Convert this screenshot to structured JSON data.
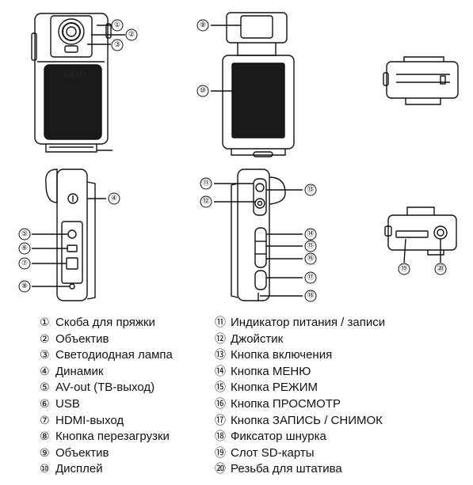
{
  "callouts": [
    "①",
    "②",
    "③",
    "④",
    "⑤",
    "⑥",
    "⑦",
    "⑧",
    "⑨",
    "⑩",
    "⑪",
    "⑫",
    "⑬",
    "⑭",
    "⑮",
    "⑯",
    "⑰",
    "⑱",
    "⑲",
    "⑳"
  ],
  "logo": "DOD",
  "legend": {
    "left": [
      {
        "n": "①",
        "t": "Скоба для пряжки"
      },
      {
        "n": "②",
        "t": "Объектив"
      },
      {
        "n": "③",
        "t": "Светодиодная лампа"
      },
      {
        "n": "④",
        "t": "Динамик"
      },
      {
        "n": "⑤",
        "t": "AV-out (ТВ-выход)"
      },
      {
        "n": "⑥",
        "t": "USB"
      },
      {
        "n": "⑦",
        "t": "HDMI-выход"
      },
      {
        "n": "⑧",
        "t": "Кнопка перезагрузки"
      },
      {
        "n": "⑨",
        "t": "Объектив"
      },
      {
        "n": "⑩",
        "t": "Дисплей"
      }
    ],
    "right": [
      {
        "n": "⑪",
        "t": "Индикатор питания / записи"
      },
      {
        "n": "⑫",
        "t": "Джойстик"
      },
      {
        "n": "⑬",
        "t": "Кнопка включения"
      },
      {
        "n": "⑭",
        "t": "Кнопка МЕНЮ"
      },
      {
        "n": "⑮",
        "t": "Кнопка РЕЖИМ"
      },
      {
        "n": "⑯",
        "t": "Кнопка ПРОСМОТР"
      },
      {
        "n": "⑰",
        "t": "Кнопка ЗАПИСЬ / СНИМОК"
      },
      {
        "n": "⑱",
        "t": "Фиксатор шнурка"
      },
      {
        "n": "⑲",
        "t": "Слот SD-карты"
      },
      {
        "n": "⑳",
        "t": "Резьба для штатива"
      }
    ]
  }
}
